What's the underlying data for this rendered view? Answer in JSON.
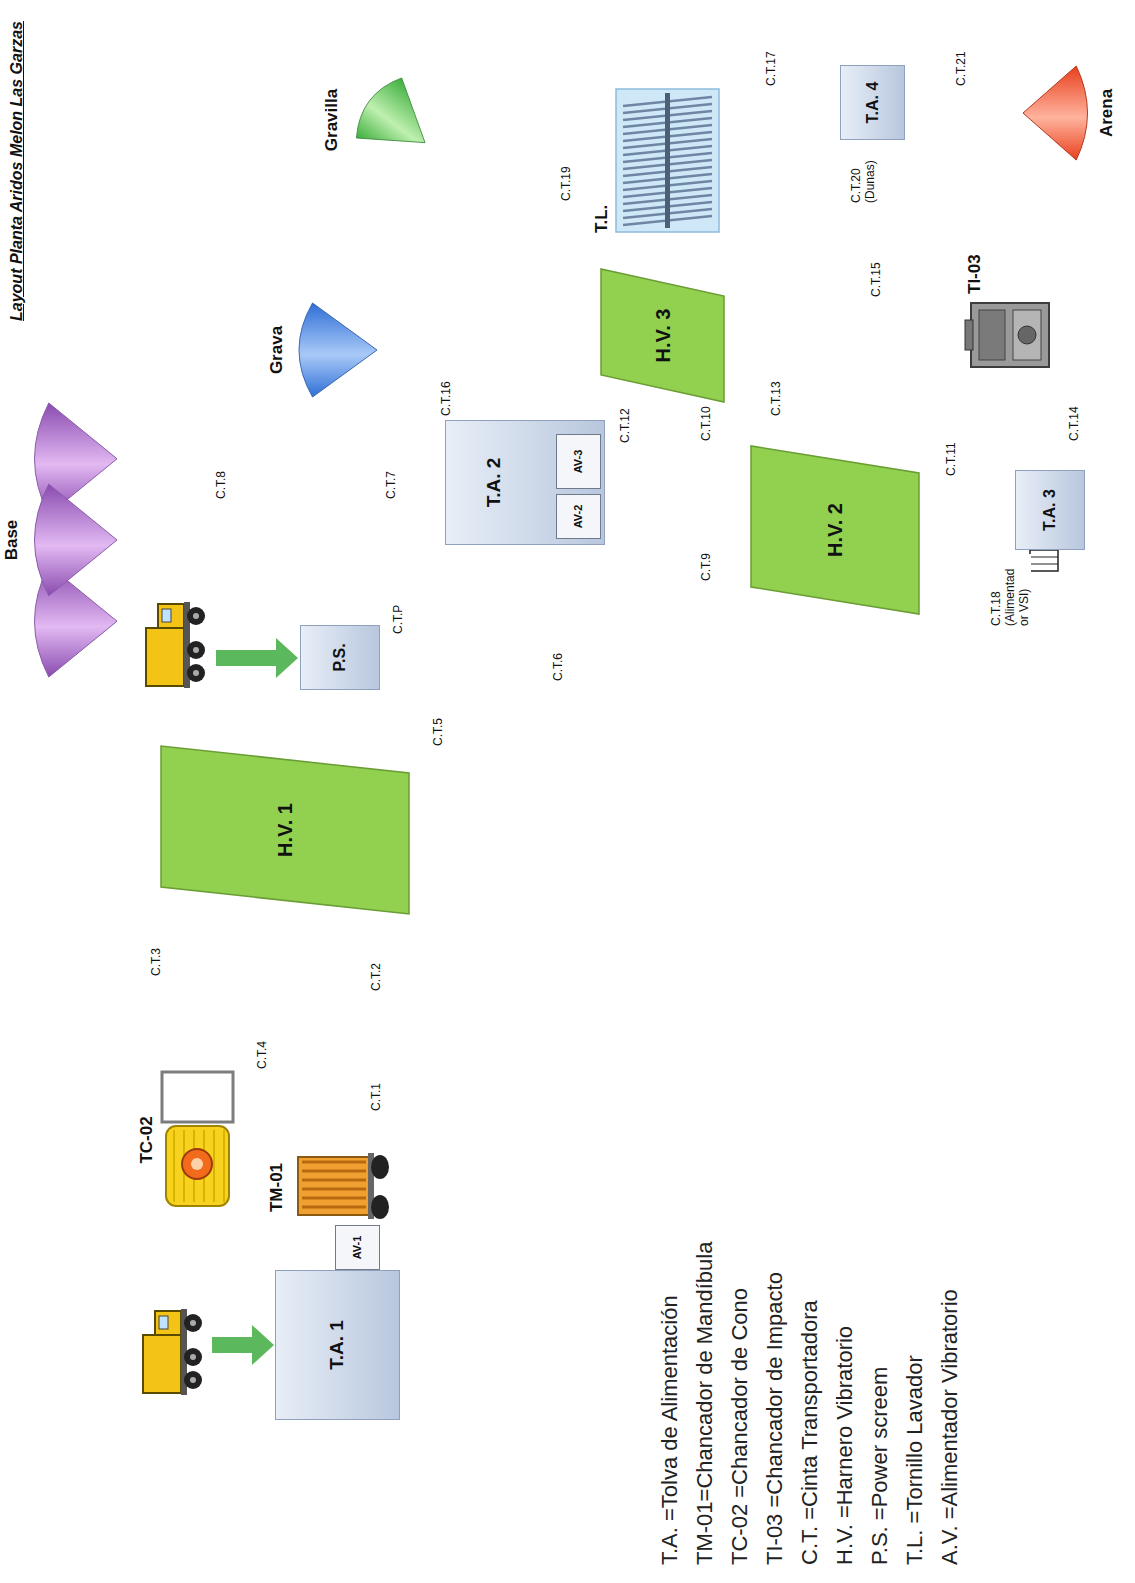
{
  "diagram": {
    "title": "Layout Planta Aridos Melon Las Garzas",
    "nodes": [
      {
        "text": [
          "T.A. 1"
        ]
      },
      {
        "text": [
          "AV-1"
        ]
      },
      {
        "text": [
          "TM-01"
        ]
      },
      {
        "text": [
          "TC-02"
        ]
      },
      {
        "text": [
          "H.V. 1"
        ]
      },
      {
        "text": [
          "P.S."
        ]
      },
      {
        "text": [
          "T.A. 2"
        ]
      },
      {
        "text": [
          "AV-2"
        ],
        "in": 6
      },
      {
        "text": [
          "AV-3"
        ],
        "in": 6
      },
      {
        "text": [
          "H.V. 2"
        ]
      },
      {
        "text": [
          "T.A. 3"
        ]
      },
      {
        "text": [
          "TI-03"
        ]
      },
      {
        "text": [
          "H.V. 3"
        ]
      },
      {
        "text": [
          "T.L."
        ]
      },
      {
        "text": [
          "T.A. 4"
        ]
      },
      {
        "text": [
          "Base"
        ]
      },
      {
        "text": [
          "Grava"
        ]
      },
      {
        "text": [
          "Gravilla"
        ]
      },
      {
        "text": [
          "Arena"
        ]
      }
    ],
    "edges": [
      {
        "from": 2,
        "to": 4,
        "label": "C.T.1",
        "arrow": "to"
      },
      {
        "from": 4,
        "to": 3,
        "label": "C.T.3",
        "arrow": "to"
      },
      {
        "from": 3,
        "to": 4,
        "label": "C.T.4",
        "arrow": "to"
      },
      {
        "from": 4,
        "to": 6,
        "label": "C.T.5",
        "arrow": "to"
      },
      {
        "from": 5,
        "to": 6,
        "label": "C.T.P",
        "arrow": "to"
      },
      {
        "from": 6,
        "to": 15,
        "label": "C.T.7",
        "arrow": "to"
      },
      {
        "from": 7,
        "to": 9,
        "label": "C.T.9",
        "arrow": "to"
      },
      {
        "from": 8,
        "to": 9,
        "label": "C.T.10",
        "arrow": "to"
      },
      {
        "from": 9,
        "to": 10,
        "label": "C.T.11",
        "arrow": "to"
      },
      {
        "from": 9,
        "to": 12,
        "label": "C.T.13",
        "arrow": "to"
      },
      {
        "from": 10,
        "to": 11,
        "label": "C.T.14",
        "arrow": "to"
      },
      {
        "from": 11,
        "to": 12,
        "label": "C.T.15",
        "arrow": "to"
      },
      {
        "from": 12,
        "to": 6,
        "label": "C.T.12",
        "arrow": "to"
      },
      {
        "from": 12,
        "to": 16,
        "label": "C.T.16",
        "arrow": "to"
      },
      {
        "from": 12,
        "to": 17,
        "label": "C.T.19",
        "arrow": "to"
      },
      {
        "from": 12,
        "to": 13,
        "arrow": "to"
      },
      {
        "from": 13,
        "to": 14,
        "label": "C.T.17",
        "arrow": "to"
      },
      {
        "from": 14,
        "to": 18,
        "label": "C.T.21",
        "arrow": "to"
      }
    ],
    "labels": [
      "C.T.2",
      "C.T.6",
      "C.T.8",
      "C.T.18 (Alimentad or VSI)",
      "C.T.20 (Dunas)"
    ],
    "legend": [
      {
        "text": "T.A. =Tolva de Alimentación"
      },
      {
        "text": "TM-01=Chancador de Mandíbula"
      },
      {
        "text": "TC-02 =Chancador de Cono"
      },
      {
        "text": "TI-03 =Chancador de Impacto"
      },
      {
        "text": "C.T. =Cinta Transportadora"
      },
      {
        "text": "H.V. =Harnero Vibratorio"
      },
      {
        "text": "P.S. =Power screem"
      },
      {
        "text": "T.L. =Tornillo Lavador"
      },
      {
        "text": "A.V. =Alimentador Vibratorio"
      }
    ]
  }
}
